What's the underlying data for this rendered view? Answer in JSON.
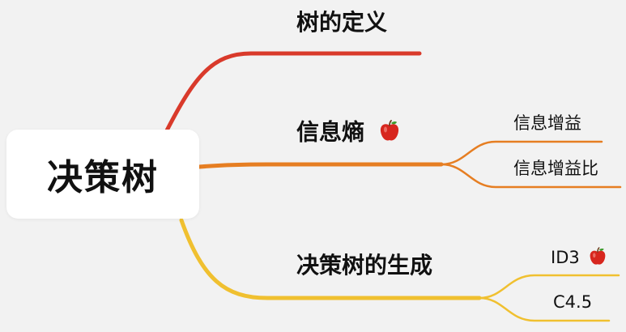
{
  "root": {
    "label": "决策树"
  },
  "branches": [
    {
      "label": "树的定义",
      "color": "#d93a2b"
    },
    {
      "label": "信息熵",
      "color": "#e67e22",
      "icon": "apple-icon",
      "children": [
        {
          "label": "信息增益"
        },
        {
          "label": "信息增益比"
        }
      ]
    },
    {
      "label": "决策树的生成",
      "color": "#f0c030",
      "children": [
        {
          "label": "ID3",
          "icon": "apple-icon"
        },
        {
          "label": "C4.5"
        }
      ]
    }
  ]
}
